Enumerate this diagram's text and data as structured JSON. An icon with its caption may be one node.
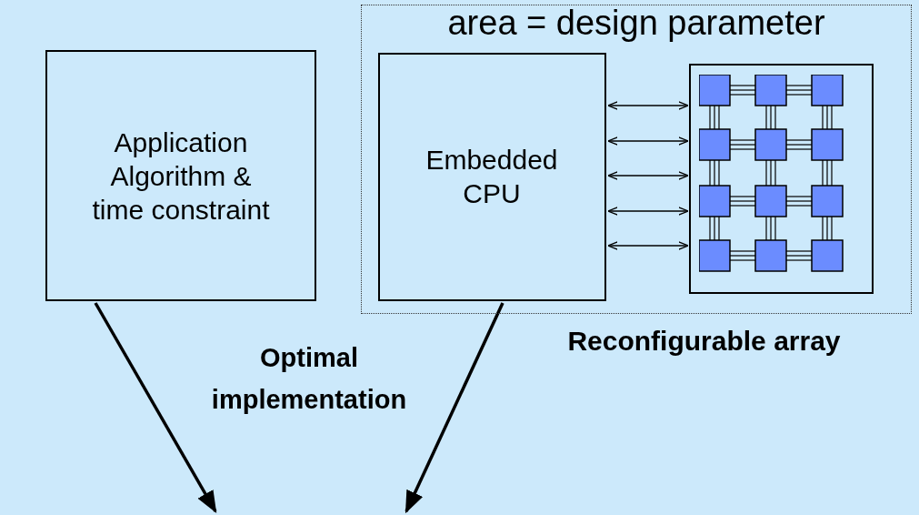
{
  "diagram": {
    "nodes": [
      {
        "text": [
          "area = design parameter"
        ]
      },
      {
        "text": [
          "Application Algorithm & time constraint"
        ]
      },
      {
        "text": [
          "Embedded CPU"
        ],
        "in": 0
      },
      {
        "text": [],
        "shape": "box",
        "in": 0,
        "beside": [
          "Reconfigurable array"
        ]
      }
    ],
    "edges": [
      {
        "from": 2,
        "to": 3,
        "arrow": "both"
      },
      {
        "from": 2,
        "to": 3,
        "arrow": "both"
      },
      {
        "from": 2,
        "to": 3,
        "arrow": "both"
      },
      {
        "from": 2,
        "to": 3,
        "arrow": "both"
      },
      {
        "from": 2,
        "to": 3,
        "arrow": "both"
      },
      {
        "from": 1,
        "to": null,
        "arrow": "to",
        "style": "thick"
      },
      {
        "from": 2,
        "to": null,
        "arrow": "to",
        "style": "thick"
      }
    ],
    "labels": [
      "Optimal implementation"
    ]
  }
}
